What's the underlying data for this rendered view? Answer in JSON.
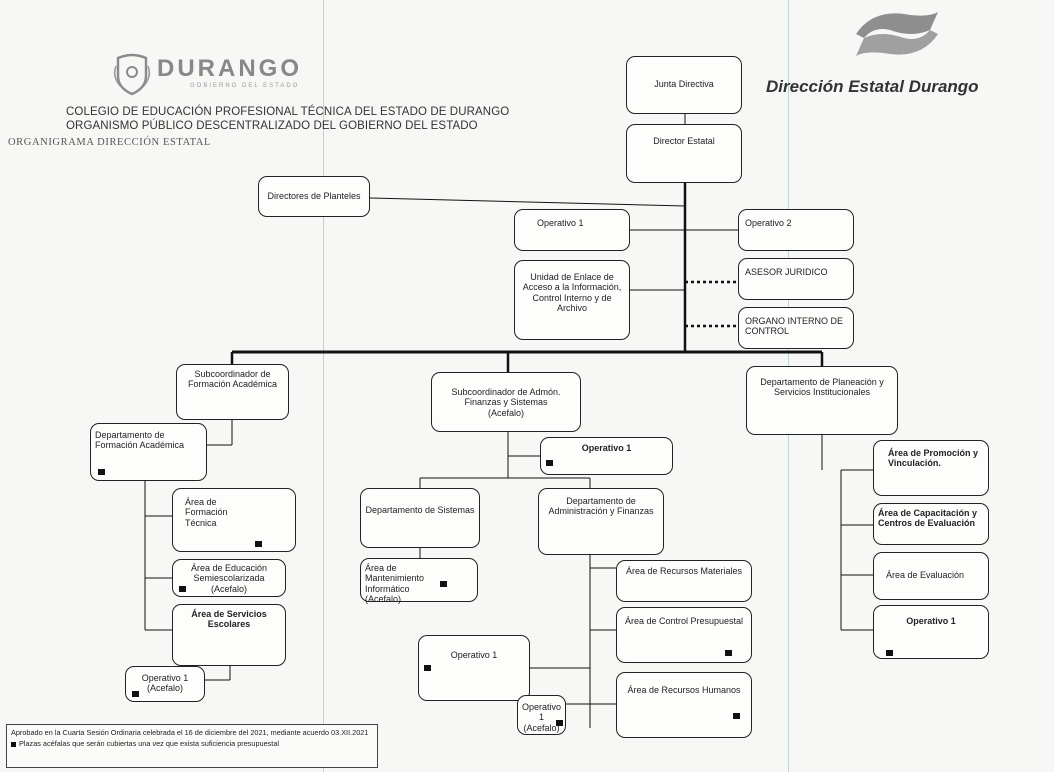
{
  "header": {
    "logo_word": "DURANGO",
    "logo_tagline": "GOBIERNO DEL ESTADO",
    "line1": "COLEGIO DE EDUCACIÓN PROFESIONAL TÉCNICA DEL ESTADO DE DURANGO",
    "line2": "ORGANISMO PÚBLICO DESCENTRALIZADO DEL GOBIERNO DEL ESTADO",
    "line3": "ORGANIGRAMA DIRECCIÓN ESTATAL",
    "brand_title": "Dirección Estatal Durango"
  },
  "nodes": {
    "junta": "Junta Directiva",
    "director": "Director Estatal",
    "directores_planteles": "Directores de Planteles",
    "operativo1_top": "Operativo 1",
    "operativo2_top": "Operativo 2",
    "unidad_enlace": "Unidad de Enlace de Acceso a la Información, Control Interno y de Archivo",
    "asesor": "ASESOR JURIDICO",
    "organo": "ORGANO INTERNO DE CONTROL",
    "sub_formacion": "Subcoordinador de Formación Académica",
    "sub_admin": "Subcoordinador de Admón. Finanzas y Sistemas",
    "sub_admin_note": "(Acefalo)",
    "depto_planeacion": "Departamento de Planeación y Servicios Institucionales",
    "depto_formacion": "Departamento de Formación Académica",
    "operativo1_admin": "Operativo 1",
    "area_promocion": "Área de Promoción y Vinculación.",
    "area_form_tecnica": "Área de Formación Técnica",
    "depto_sistemas": "Departamento de Sistemas",
    "depto_admin_fin": "Departamento de Administración y Finanzas",
    "area_capacitacion": "Área de Capacitación y Centros de Evaluación",
    "area_semiescolarizada": "Área de Educación Semiescolarizada",
    "area_semiescolarizada_note": "(Acefalo)",
    "area_mantenimiento": "Área de Mantenimiento Informático",
    "area_mantenimiento_note": "(Acefalo)",
    "area_rec_materiales": "Área de Recursos Materiales",
    "area_evaluacion": "Área de Evaluación",
    "area_serv_escolares": "Área de Servicios Escolares",
    "area_control_presup": "Área de Control Presupuestal",
    "operativo1_plan": "Operativo 1",
    "operativo1_sistemas": "Operativo 1",
    "operativo1_form": "Operativo 1",
    "operativo1_form_note": "(Acefalo)",
    "area_rec_humanos": "Área de Recursos Humanos",
    "operativo1_rh": "Operativo 1",
    "operativo1_rh_note": "(Acefalo)"
  },
  "footnote": {
    "approval": "Aprobado en la Cuarta Sesión Ordinaria celebrada el 16 de diciembre del 2021, mediante acuerdo 03.XII.2021",
    "legend": "Plazas acéfalas que serán cubiertas una vez que exista suficiencia presupuestal"
  },
  "colors": {
    "line": "#111111",
    "box_border": "#222222",
    "scan_orange": "#e8b9a4",
    "scan_blue": "#b9d4dd",
    "logo_gray": "#8e8e8e"
  }
}
